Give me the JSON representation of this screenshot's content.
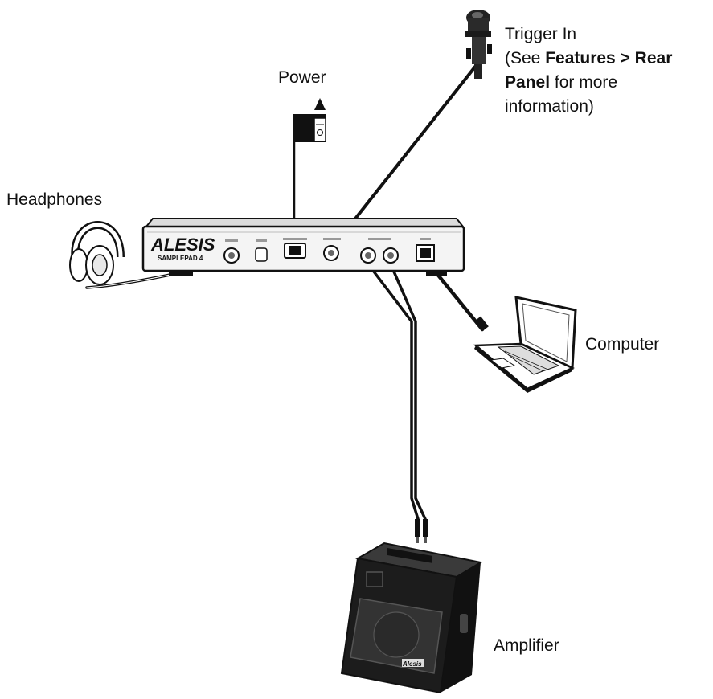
{
  "labels": {
    "power": "Power",
    "headphones": "Headphones",
    "computer": "Computer",
    "amplifier": "Amplifier",
    "trigger": {
      "title": "Trigger In",
      "line2_prefix": "(See ",
      "line2_bold": "Features > Rear",
      "line3_bold": "Panel",
      "line3_suffix": " for more",
      "line4": "information)"
    }
  },
  "device": {
    "brand": "ALESIS",
    "model": "SAMPLEPAD 4",
    "amp_brand": "Alesis"
  },
  "colors": {
    "ink": "#111111",
    "device_body": "#f4f4f4",
    "device_top": "#dcdcdc",
    "amp_body": "#1c1c1c",
    "amp_grille": "#3a3a3a",
    "cable": "#111111"
  }
}
